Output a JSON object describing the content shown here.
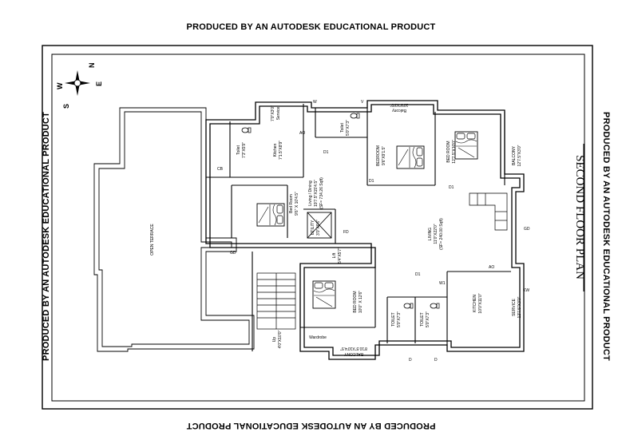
{
  "watermark": {
    "top": "PRODUCED BY AN AUTODESK EDUCATIONAL PRODUCT",
    "bottom": "PRODUCED BY AN AUTODESK EDUCATIONAL PRODUCT",
    "left": "PRODUCED BY AN AUTODESK EDUCATIONAL PRODUCT",
    "right": "PRODUCED BY AN AUTODESK EDUCATIONAL PRODUCT"
  },
  "drawing": {
    "title": "SECOND FLOOR PLAN",
    "compass": {
      "n": "N",
      "s": "S",
      "e": "E",
      "w": "W"
    },
    "rooms": {
      "open_terrace": "OPEN TERRACE",
      "toilet_top": "Toilet",
      "toilet_top_dim": "7'3\"X5'9\"",
      "kitchen_top": "Kitchen",
      "kitchen_top_dim": "7'1.5\"X8'9\"",
      "service_top": "Service",
      "service_top_dim": "7'0\"X3'0\"",
      "toilet_mid": "Toilet",
      "toilet_mid_dim": "5'0\"X7'3\"",
      "balcony_top": "Balcony",
      "balcony_top_dim": "10'9\"X3'0\"",
      "bedroom_top": "BEDROOM",
      "bedroom_top_dim": "9'6\"X9'1.5\"",
      "bedroom_right": "BED ROOM",
      "bedroom_right_dim": "12'7.5\"X10'0\"",
      "balcony_right": "BALCONY",
      "balcony_right_dim": "12'7.5\"X3'0\"",
      "living_dining": "Living / Dining",
      "living_dining_dim": "19'7.5\"X15'4.5\"",
      "living_dining_area": "(SF= 734.26 Sqft)",
      "bedroom_mid": "Bed Room",
      "bedroom_mid_dim": "9'6\" X 10'4.5\"",
      "utility": "UTILITY",
      "utility_dim": "3'0\"X6'6\"",
      "living": "LIVING",
      "living_dim": "11'0\"X22'0\"",
      "living_area": "(SF= 240.00 Sqft)",
      "lift": "Lift",
      "lift_dim": "5'4\"X5'7\"",
      "bedroom_bottom": "BED ROOM",
      "bedroom_bottom_dim": "10'0\" X 12'6\"",
      "toilet_b1": "TOILET",
      "toilet_b1_dim": "5'0\"X7'3\"",
      "toilet_b2": "TOILET",
      "toilet_b2_dim": "5'0\"X7'3\"",
      "kitchen_bottom": "KITCHEN",
      "kitchen_bottom_dim": "10'0\"X11'0\"",
      "service_bottom": "SERVICE",
      "service_bottom_dim": "12'7.5\"X3'0\"",
      "wardrobe": "Wardrobe",
      "balcony_bottom": "BALCONY",
      "balcony_bottom_dim": "8'10.5\"X10'4.5\"",
      "stair_label": "Up",
      "stair_dim": "4'0\"X10'0\""
    },
    "marks": {
      "d": "D",
      "d1": "D1",
      "w": "W",
      "w1": "W1",
      "v": "V",
      "kw": "KW",
      "cb": "CB",
      "ao": "AO",
      "gd": "GD",
      "fd": "FD"
    }
  }
}
